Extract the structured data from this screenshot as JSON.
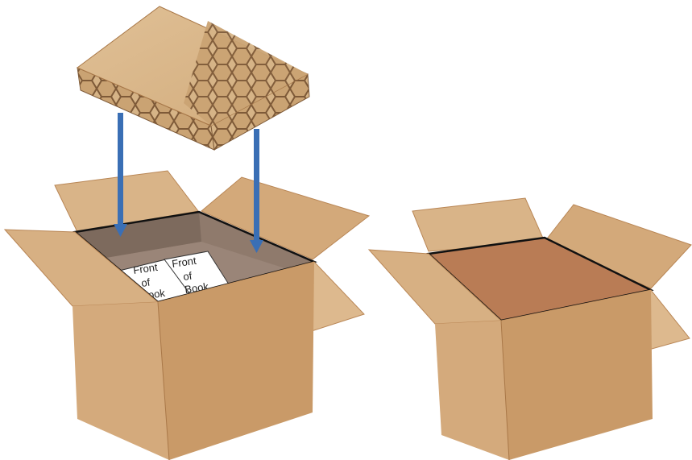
{
  "books": [
    {
      "lines": [
        "Front",
        "of",
        "Book"
      ]
    },
    {
      "lines": [
        "Front",
        "of",
        "Book"
      ]
    }
  ],
  "colors": {
    "cardboard_light": "#d9b488",
    "cardboard_mid": "#c99a68",
    "cardboard_dark": "#b98655",
    "box_interior": "#8f7a6c",
    "insert_panel": "#b97c55",
    "arrow": "#3a6fb5",
    "outline": "#111111"
  }
}
